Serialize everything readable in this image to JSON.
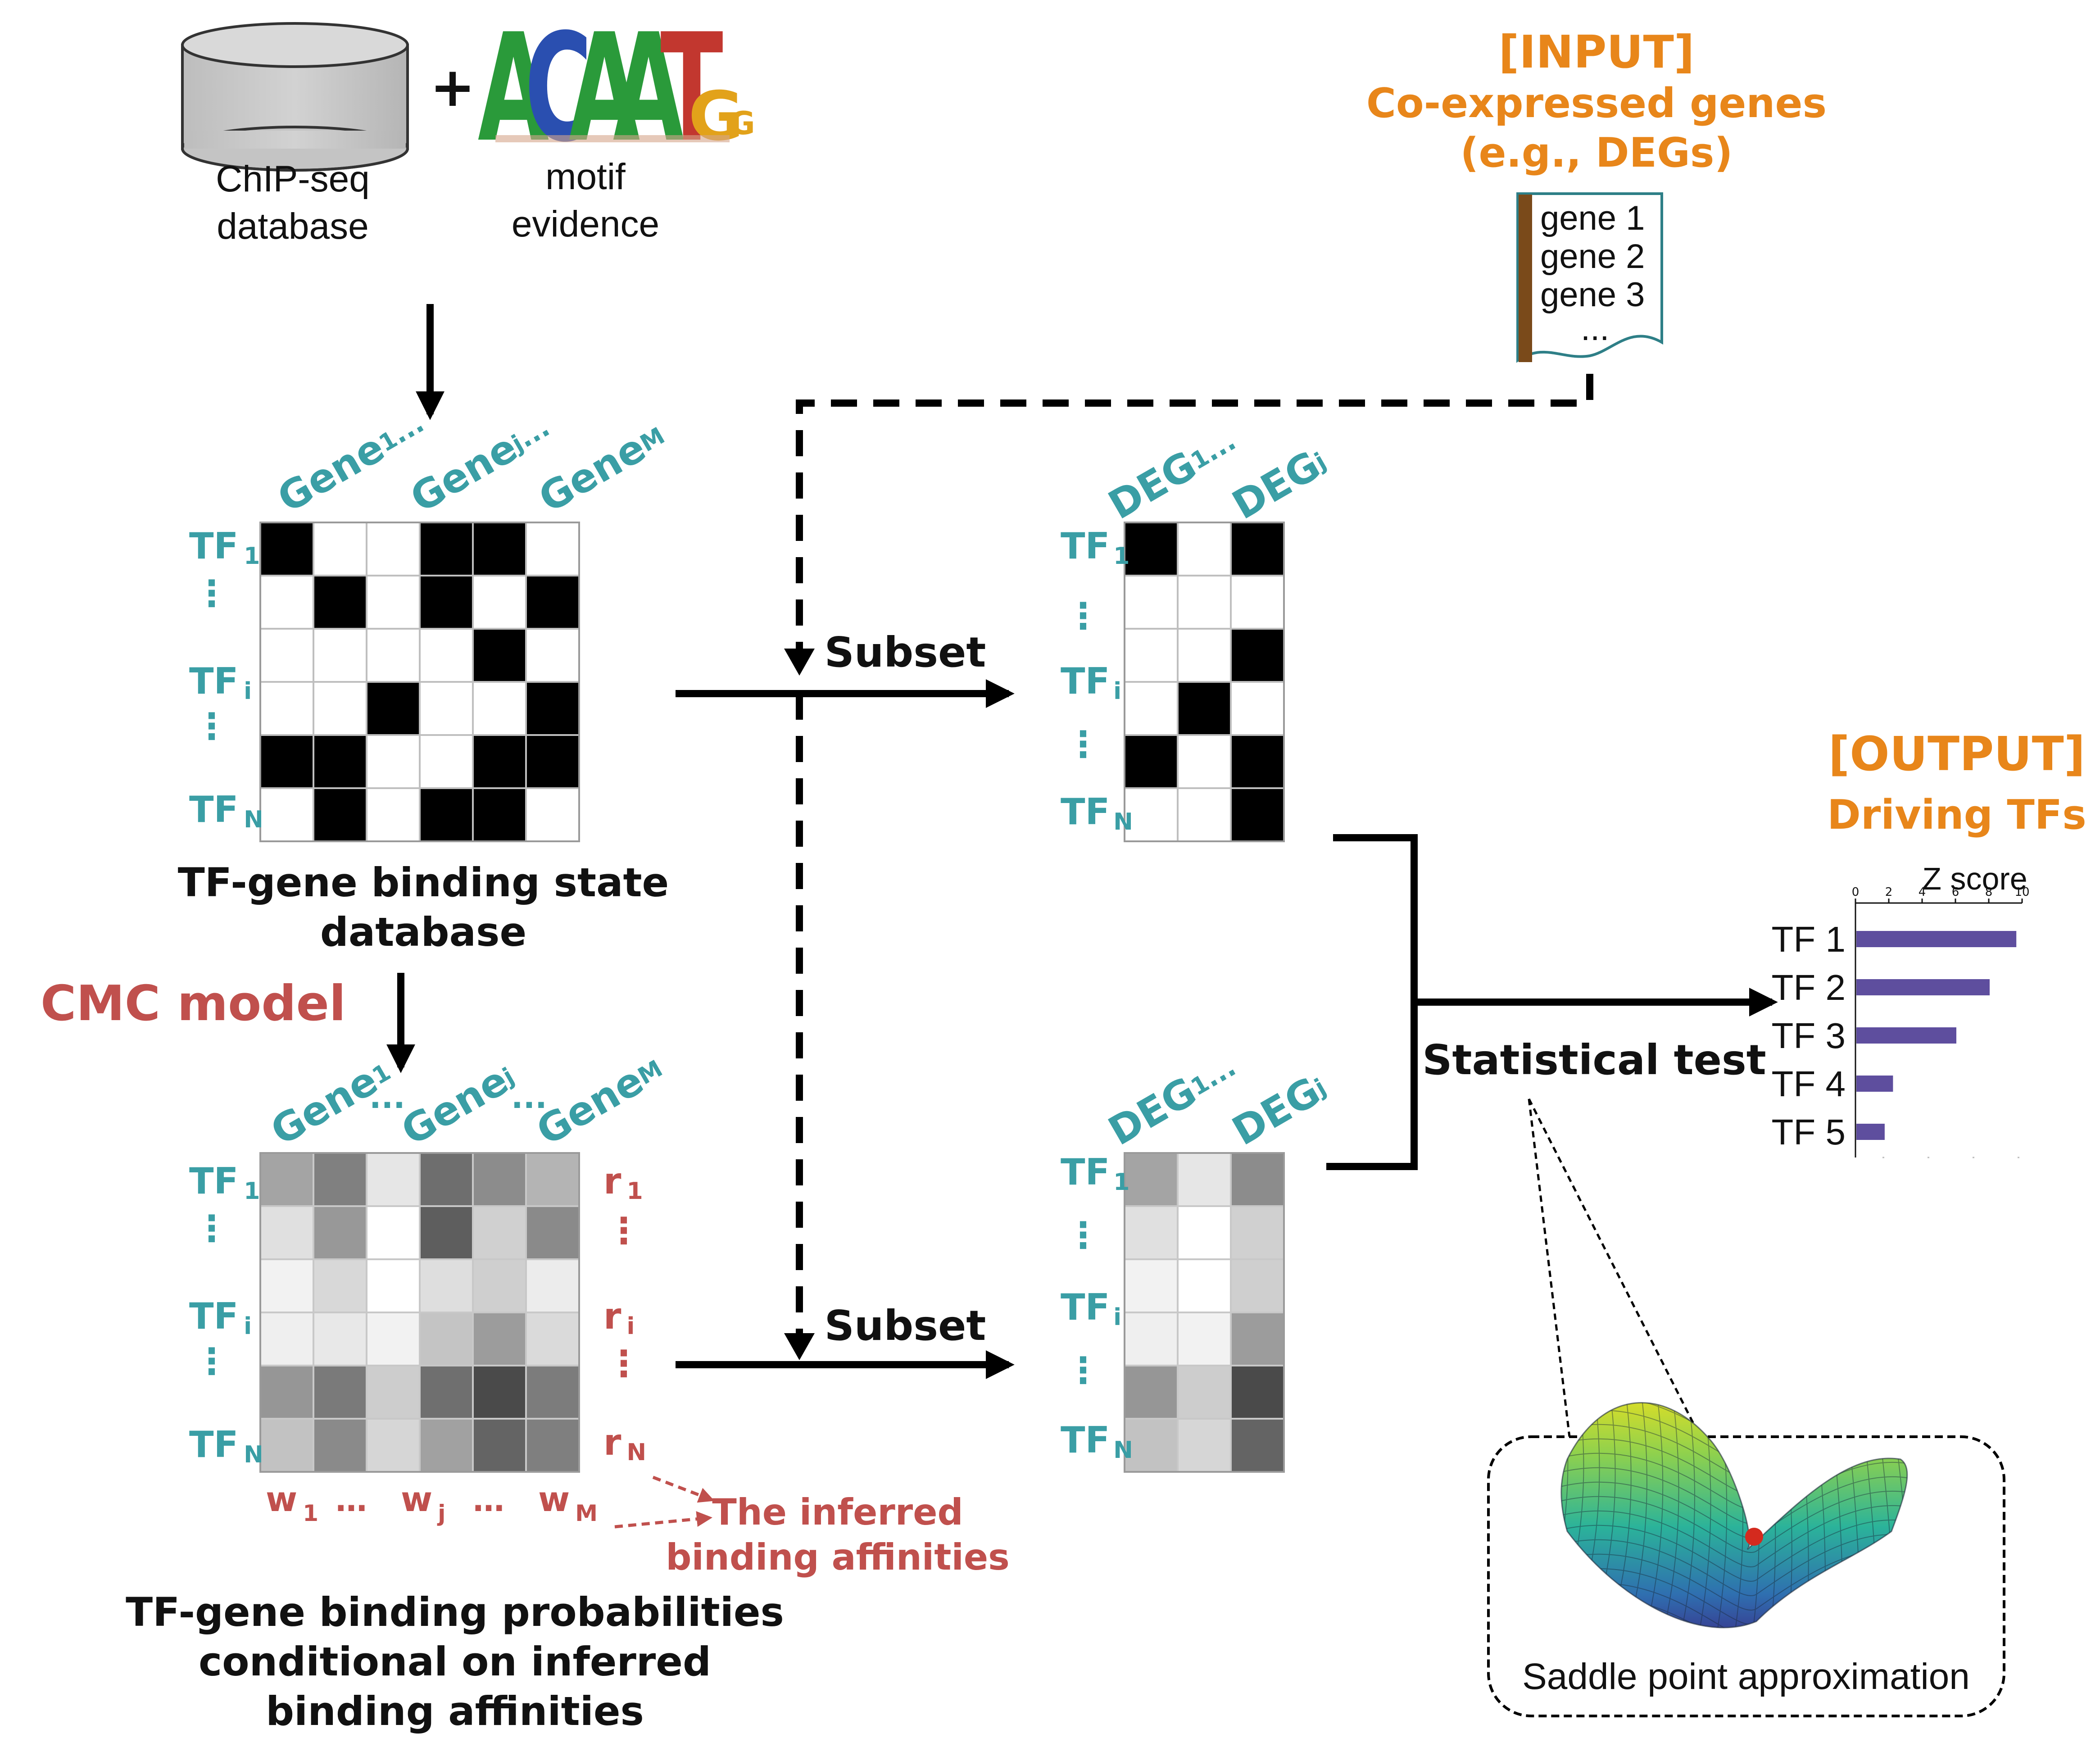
{
  "colors": {
    "teal": "#3a9ea5",
    "red": "#c0504d",
    "orange": "#e8861a",
    "bar": "#5e4e9e",
    "doc_spine": "#7a4a1a",
    "doc_border": "#2e7f87"
  },
  "source": {
    "db_label_1": "ChIP-seq",
    "db_label_2": "database",
    "plus": "+",
    "motif_letters": [
      "A",
      "C",
      "A",
      "A",
      "T",
      "G",
      "G"
    ],
    "motif_label_1": "motif",
    "motif_label_2": "evidence"
  },
  "input": {
    "tag": "[INPUT]",
    "title_1": "Co-expressed genes",
    "title_2": "(e.g., DEGs)",
    "genes": [
      "gene 1",
      "gene 2",
      "gene 3",
      "..."
    ]
  },
  "binary_matrix": {
    "col_labels": [
      "Gene",
      "Gene",
      "Gene"
    ],
    "col_subs": [
      "1",
      "j",
      "M"
    ],
    "col_dots": [
      "...",
      "..."
    ],
    "row_labels": [
      "TF",
      "TF",
      "TF"
    ],
    "row_subs": [
      "1",
      "i",
      "N"
    ],
    "row_dots": [
      "⋮",
      "⋮"
    ],
    "cells": [
      [
        1,
        0,
        0,
        1,
        1,
        0
      ],
      [
        0,
        1,
        0,
        1,
        0,
        1
      ],
      [
        0,
        0,
        0,
        0,
        1,
        0
      ],
      [
        0,
        0,
        1,
        0,
        0,
        1
      ],
      [
        1,
        1,
        0,
        0,
        1,
        1
      ],
      [
        0,
        1,
        0,
        1,
        1,
        0
      ]
    ],
    "caption_1": "TF-gene binding state",
    "caption_2": "database"
  },
  "model_label": "CMC model",
  "prob_matrix": {
    "col_labels": [
      "Gene",
      "Gene",
      "Gene"
    ],
    "col_subs": [
      "1",
      "j",
      "M"
    ],
    "col_dots": [
      "...",
      "..."
    ],
    "row_labels": [
      "TF",
      "TF",
      "TF"
    ],
    "row_subs": [
      "1",
      "i",
      "N"
    ],
    "row_dots": [
      "⋮",
      "⋮"
    ],
    "r_labels": [
      "r",
      "r",
      "r"
    ],
    "r_subs": [
      "1",
      "i",
      "N"
    ],
    "r_dots": [
      "⋮",
      "⋮"
    ],
    "w_labels": [
      "w",
      "w",
      "w"
    ],
    "w_subs": [
      "1",
      "j",
      "M"
    ],
    "w_dots": [
      "…",
      "…"
    ],
    "cells": [
      [
        "#a4a4a4",
        "#808080",
        "#e6e6e6",
        "#6e6e6e",
        "#8c8c8c",
        "#b4b4b4"
      ],
      [
        "#e0e0e0",
        "#989898",
        "#ffffff",
        "#5e5e5e",
        "#d0d0d0",
        "#8a8a8a"
      ],
      [
        "#f2f2f2",
        "#d8d8d8",
        "#ffffff",
        "#dedede",
        "#cfcfcf",
        "#ececec"
      ],
      [
        "#efefef",
        "#e8e8e8",
        "#f2f2f2",
        "#c4c4c4",
        "#9c9c9c",
        "#dadada"
      ],
      [
        "#969696",
        "#7a7a7a",
        "#cdcdcd",
        "#6f6f6f",
        "#4a4a4a",
        "#7c7c7c"
      ],
      [
        "#c2c2c2",
        "#8a8a8a",
        "#d6d6d6",
        "#a1a1a1",
        "#646464",
        "#7f7f7f"
      ]
    ],
    "affinity_1": "The inferred",
    "affinity_2": "binding affinities",
    "caption_1": "TF-gene binding probabilities",
    "caption_2": "conditional on inferred",
    "caption_3": "binding affinities"
  },
  "subset_label": "Subset",
  "deg_binary": {
    "col_labels": [
      "DEG",
      "DEG"
    ],
    "col_subs": [
      "1",
      "j"
    ],
    "col_dots": [
      "..."
    ],
    "row_labels": [
      "TF",
      "TF",
      "TF"
    ],
    "row_subs": [
      "1",
      "i",
      "N"
    ],
    "row_dots": [
      "⋮",
      "⋮"
    ],
    "cells": [
      [
        1,
        0,
        1
      ],
      [
        0,
        0,
        0
      ],
      [
        0,
        0,
        1
      ],
      [
        0,
        1,
        0
      ],
      [
        1,
        0,
        1
      ],
      [
        0,
        0,
        1
      ]
    ]
  },
  "deg_prob": {
    "col_labels": [
      "DEG",
      "DEG"
    ],
    "col_subs": [
      "1",
      "j"
    ],
    "col_dots": [
      "..."
    ],
    "row_labels": [
      "TF",
      "TF",
      "TF"
    ],
    "row_subs": [
      "1",
      "i",
      "N"
    ],
    "row_dots": [
      "⋮",
      "⋮"
    ],
    "cells": [
      [
        "#a4a4a4",
        "#e6e6e6",
        "#8c8c8c"
      ],
      [
        "#e0e0e0",
        "#ffffff",
        "#d0d0d0"
      ],
      [
        "#f2f2f2",
        "#ffffff",
        "#cfcfcf"
      ],
      [
        "#efefef",
        "#f2f2f2",
        "#9c9c9c"
      ],
      [
        "#969696",
        "#cdcdcd",
        "#4a4a4a"
      ],
      [
        "#c2c2c2",
        "#d6d6d6",
        "#646464"
      ]
    ]
  },
  "stat_label": "Statistical test",
  "saddle_label": "Saddle point approximation",
  "output": {
    "tag": "[OUTPUT]",
    "title": "Driving TFs"
  },
  "chart_data": {
    "type": "bar",
    "title": "Z score",
    "orientation": "horizontal",
    "categories": [
      "TF 1",
      "TF 2",
      "TF 3",
      "TF 4",
      "TF 5"
    ],
    "values": [
      9.6,
      8.0,
      6.0,
      2.2,
      1.7
    ],
    "xlim": [
      0,
      10
    ],
    "x_ticks": [
      "0",
      "2",
      "4",
      "6",
      "8",
      "10"
    ],
    "grid": false,
    "legend": "none"
  }
}
